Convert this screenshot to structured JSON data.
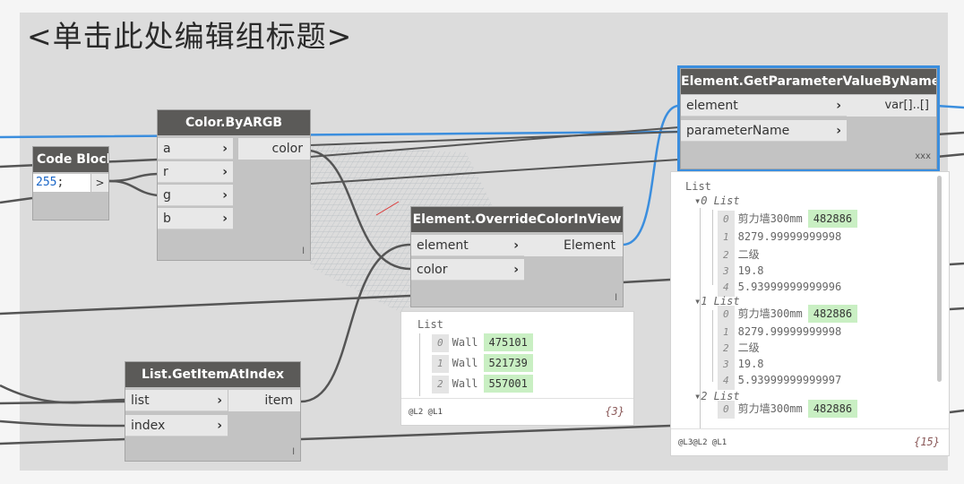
{
  "group": {
    "title": "<单击此处编辑组标题>"
  },
  "colors": {
    "wire_selected": "#3b8ede",
    "wire": "#555555",
    "header": "#5b5a58",
    "node_body": "#c3c3c3",
    "preview_value": "#c9efc3"
  },
  "code_block": {
    "title": "Code Block",
    "code": "255",
    "semicolon": ";",
    "output": ">"
  },
  "color_by_argb": {
    "title": "Color.ByARGB",
    "inputs": [
      "a",
      "r",
      "g",
      "b"
    ],
    "output": "color",
    "lacing": "l"
  },
  "override_color": {
    "title": "Element.OverrideColorInView",
    "inputs": [
      "element",
      "color"
    ],
    "output": "Element",
    "lacing": "l"
  },
  "get_param": {
    "title": "Element.GetParameterValueByName",
    "inputs": [
      "element",
      "parameterName"
    ],
    "output": "var[]..[]",
    "lacing": "xxx"
  },
  "get_item": {
    "title": "List.GetItemAtIndex",
    "inputs": [
      "list",
      "index"
    ],
    "output": "item",
    "lacing": "l"
  },
  "preview_walls": {
    "header": "List",
    "items": [
      {
        "idx": "0",
        "type": "Wall",
        "id": "475101"
      },
      {
        "idx": "1",
        "type": "Wall",
        "id": "521739"
      },
      {
        "idx": "2",
        "type": "Wall",
        "id": "557001"
      }
    ],
    "levels": "@L2 @L1",
    "count": "{3}"
  },
  "preview_params": {
    "header": "List",
    "groups": [
      {
        "label": "0 List",
        "items": [
          {
            "idx": "0",
            "text": "剪力墙300mm",
            "id": "482886"
          },
          {
            "idx": "1",
            "text": "8279.99999999998"
          },
          {
            "idx": "2",
            "text": "二级"
          },
          {
            "idx": "3",
            "text": "19.8"
          },
          {
            "idx": "4",
            "text": "5.93999999999996"
          }
        ]
      },
      {
        "label": "1 List",
        "items": [
          {
            "idx": "0",
            "text": "剪力墙300mm",
            "id": "482886"
          },
          {
            "idx": "1",
            "text": "8279.99999999998"
          },
          {
            "idx": "2",
            "text": "二级"
          },
          {
            "idx": "3",
            "text": "19.8"
          },
          {
            "idx": "4",
            "text": "5.93999999999997"
          }
        ]
      },
      {
        "label": "2 List",
        "items": [
          {
            "idx": "0",
            "text": "剪力墙300mm",
            "id": "482886"
          }
        ]
      }
    ],
    "levels": "@L3@L2 @L1",
    "count": "{15}"
  }
}
